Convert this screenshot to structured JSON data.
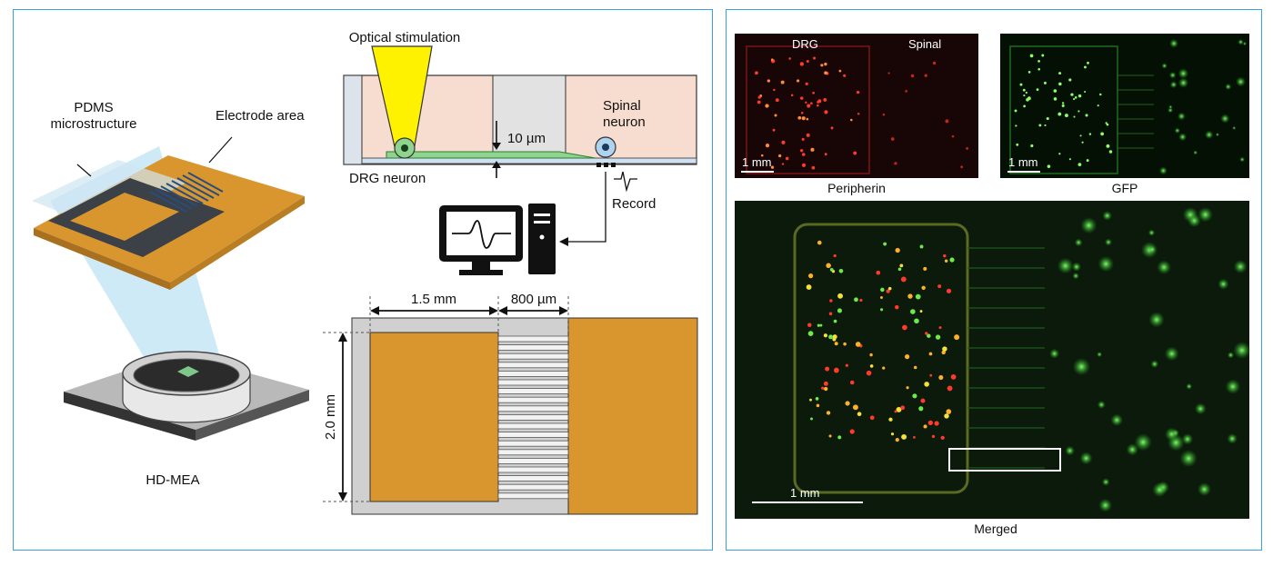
{
  "panel_a": {
    "labels": {
      "pdms_line1": "PDMS",
      "pdms_line2": "microstructure",
      "electrode_area": "Electrode area",
      "hdmea": "HD-MEA",
      "optical_stimulation": "Optical stimulation",
      "ten_um": "10 µm",
      "spinal_line1": "Spinal",
      "spinal_line2": "neuron",
      "drg_neuron": "DRG neuron",
      "record": "Record",
      "dim_15mm": "1.5 mm",
      "dim_800um": "800 µm",
      "dim_20mm": "2.0 mm"
    },
    "colors": {
      "electrode": "#d9962f",
      "culture_medium": "#f7ddd0",
      "light_cone": "#fff200",
      "axon_channel": "#8ed38e",
      "frame": "#3aa0e0"
    }
  },
  "panel_b": {
    "images": {
      "peripherin": {
        "caption": "Peripherin",
        "tag_left": "DRG",
        "tag_right": "Spinal",
        "scale": "1 mm"
      },
      "gfp": {
        "caption": "GFP",
        "scale": "1 mm"
      },
      "merged": {
        "caption": "Merged",
        "scale": "1 mm"
      }
    }
  }
}
